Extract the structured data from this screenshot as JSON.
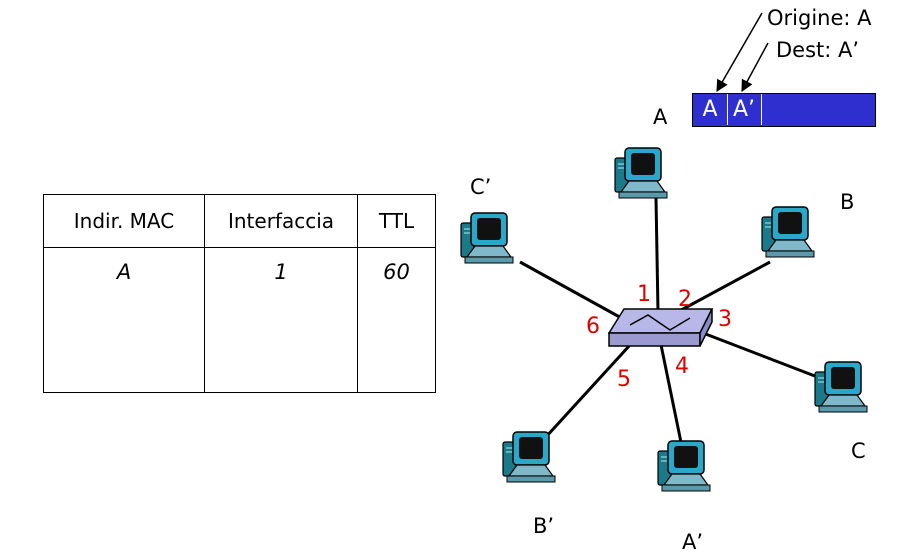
{
  "table": {
    "headers": [
      "Indir. MAC",
      "Interfaccia",
      "TTL"
    ],
    "rows": [
      {
        "mac": "A",
        "interface": "1",
        "ttl": "60"
      }
    ]
  },
  "frame": {
    "source": "A",
    "dest": "A’"
  },
  "annotations": {
    "origin": "Origine: A",
    "dest": "Dest: A’"
  },
  "hosts": {
    "a": "A",
    "b": "B",
    "c": "C",
    "a_prime": "A’",
    "b_prime": "B’",
    "c_prime": "C’"
  },
  "ports": [
    "1",
    "2",
    "3",
    "4",
    "5",
    "6"
  ],
  "colors": {
    "frame": "#2f2fcf",
    "port_labels": "#e00000",
    "switch": "#b8b8e8"
  }
}
